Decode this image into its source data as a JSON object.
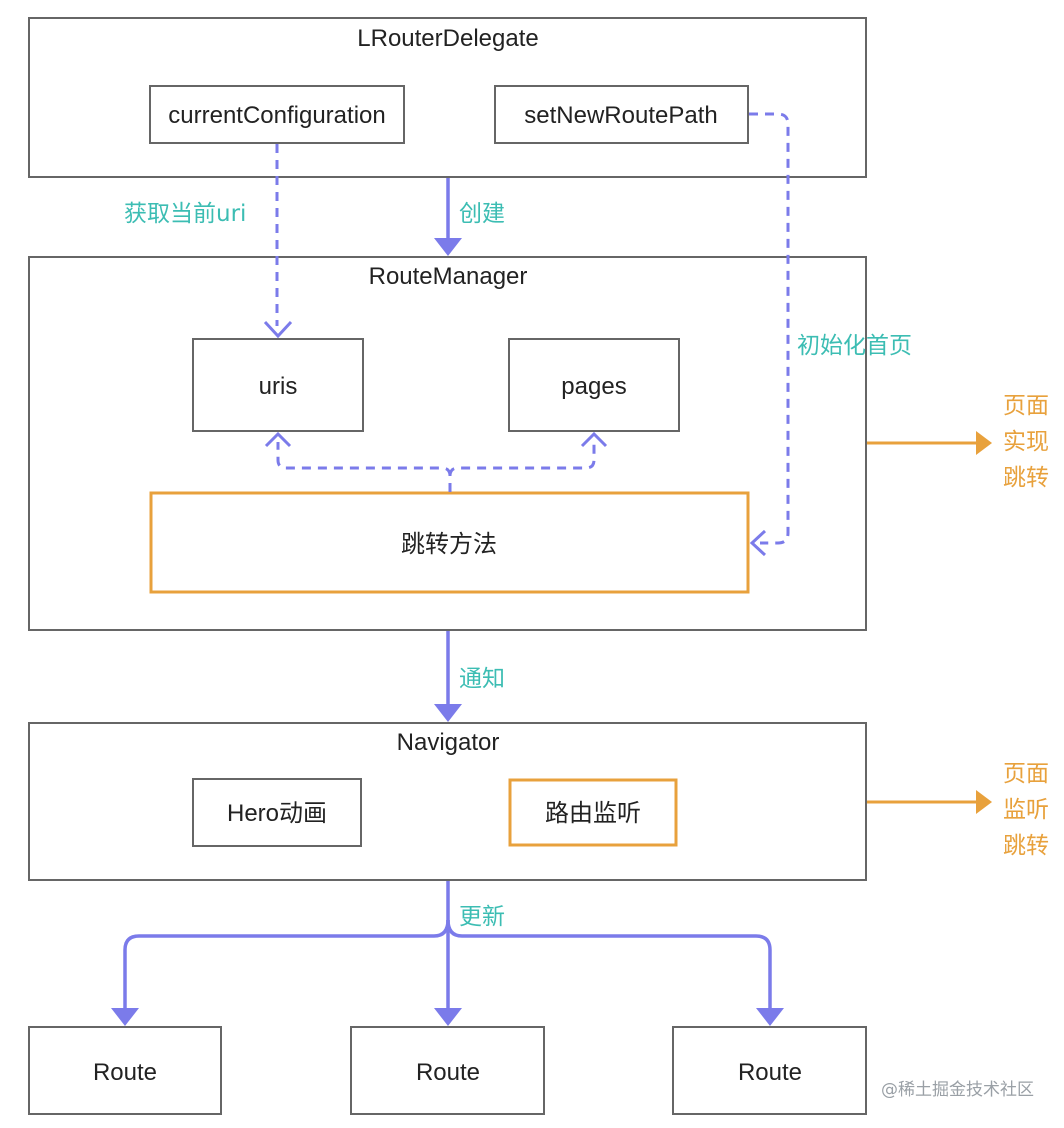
{
  "containers": {
    "delegate": "LRouterDelegate",
    "manager": "RouteManager",
    "navigator": "Navigator"
  },
  "boxes": {
    "current_configuration": "currentConfiguration",
    "set_new_route_path": "setNewRoutePath",
    "uris": "uris",
    "pages": "pages",
    "jump_method": "跳转方法",
    "hero": "Hero动画",
    "route_listen": "路由监听",
    "routes": [
      "Route",
      "Route",
      "Route"
    ]
  },
  "edge_labels": {
    "get_uri": "获取当前uri",
    "create": "创建",
    "init_home": "初始化首页",
    "notify": "通知",
    "update": "更新"
  },
  "side_notes": {
    "implement": [
      "页面",
      "实现",
      "跳转"
    ],
    "listen": [
      "页面",
      "监听",
      "跳转"
    ]
  },
  "watermark": "@稀土掘金技术社区",
  "colors": {
    "arrow": "#7b7bea",
    "highlight": "#e8a13c",
    "edge_label": "#3cbdb3",
    "border": "#666666"
  }
}
